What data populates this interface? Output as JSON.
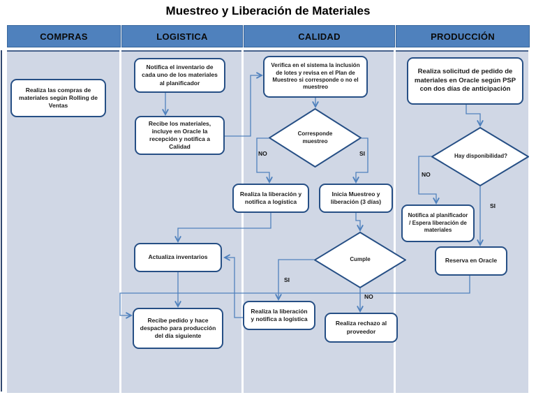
{
  "title": "Muestreo y Liberación de Materiales",
  "lanes": [
    "COMPRAS",
    "LOGISTICA",
    "CALIDAD",
    "PRODUCCIÓN"
  ],
  "nodes": {
    "compras_rolling": {
      "type": "process",
      "lane": "COMPRAS",
      "text": "Realiza las compras de materiales según Rolling de Ventas"
    },
    "notifica_inventario": {
      "type": "process",
      "lane": "LOGISTICA",
      "text": "Notifica el inventario de cada uno de los materiales al planificador"
    },
    "recibe_materiales": {
      "type": "process",
      "lane": "LOGISTICA",
      "text": "Recibe los materiales, incluye en Oracle la recepción y notifica a Calidad"
    },
    "verifica_sistema": {
      "type": "process",
      "lane": "CALIDAD",
      "text": "Verifica en el sistema la inclusión de lotes y revisa en el Plan de Muestreo si corresponde o no el muestreo"
    },
    "corresponde_muestreo": {
      "type": "decision",
      "lane": "CALIDAD",
      "text": "Corresponde muestreo"
    },
    "liberacion_logistica_1": {
      "type": "process",
      "lane": "CALIDAD",
      "text": "Realiza la liberación y notifica a logística"
    },
    "inicia_muestreo": {
      "type": "process",
      "lane": "CALIDAD",
      "text": "Inicia Muestreo y liberación (3 días)"
    },
    "actualiza_inventarios": {
      "type": "process",
      "lane": "LOGISTICA",
      "text": "Actualiza inventarios"
    },
    "cumple": {
      "type": "decision",
      "lane": "CALIDAD",
      "text": "Cumple"
    },
    "liberacion_logistica_2": {
      "type": "process",
      "lane": "CALIDAD",
      "text": "Realiza la liberación y notifica a logística"
    },
    "rechazo_proveedor": {
      "type": "process",
      "lane": "CALIDAD",
      "text": "Realiza rechazo al proveedor"
    },
    "recibe_pedido": {
      "type": "process",
      "lane": "LOGISTICA",
      "text": "Recibe pedido y hace despacho para producción del día siguiente"
    },
    "solicitud_pedido": {
      "type": "process",
      "lane": "PRODUCCIÓN",
      "text": "Realiza solicitud de pedido de materiales en Oracle según PSP con dos días de anticipación"
    },
    "hay_disponibilidad": {
      "type": "decision",
      "lane": "PRODUCCIÓN",
      "text": "Hay disponibilidad?"
    },
    "notifica_planificador": {
      "type": "process",
      "lane": "PRODUCCIÓN",
      "text": "Notifica al planificador / Espera liberación de materiales"
    },
    "reserva_oracle": {
      "type": "process",
      "lane": "PRODUCCIÓN",
      "text": "Reserva en Oracle"
    }
  },
  "edge_labels": {
    "corresponde_no": "NO",
    "corresponde_si": "SI",
    "cumple_si": "SI",
    "cumple_no": "NO",
    "disponibilidad_no": "NO",
    "disponibilidad_si": "SI"
  },
  "colors": {
    "header_fill": "#4f81bd",
    "lane_fill": "#d0d7e5",
    "node_border": "#264f85",
    "connector": "#4f81bd"
  }
}
